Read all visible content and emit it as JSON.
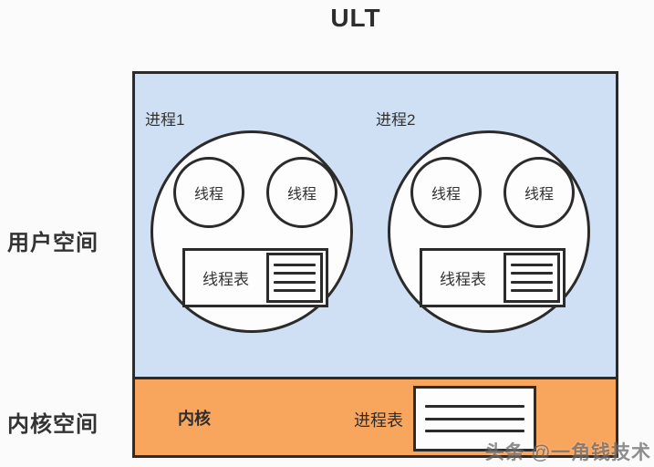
{
  "title": "ULT",
  "labels": {
    "user_space": "用户空间",
    "kernel_space": "内核空间"
  },
  "processes": [
    {
      "name": "进程1",
      "threads": [
        "线程",
        "线程"
      ],
      "thread_table_label": "线程表",
      "thread_table_rows": 4
    },
    {
      "name": "进程2",
      "threads": [
        "线程",
        "线程"
      ],
      "thread_table_label": "线程表",
      "thread_table_rows": 4
    }
  ],
  "kernel": {
    "label": "内核",
    "process_table_label": "进程表",
    "process_table_rows": 3
  },
  "watermark": "头条 @一角钱技术",
  "colors": {
    "user_space_bg": "#cfe0f4",
    "kernel_space_bg": "#f8a55e",
    "border": "#2b2b2b",
    "shape_fill": "#fdfdfd"
  }
}
